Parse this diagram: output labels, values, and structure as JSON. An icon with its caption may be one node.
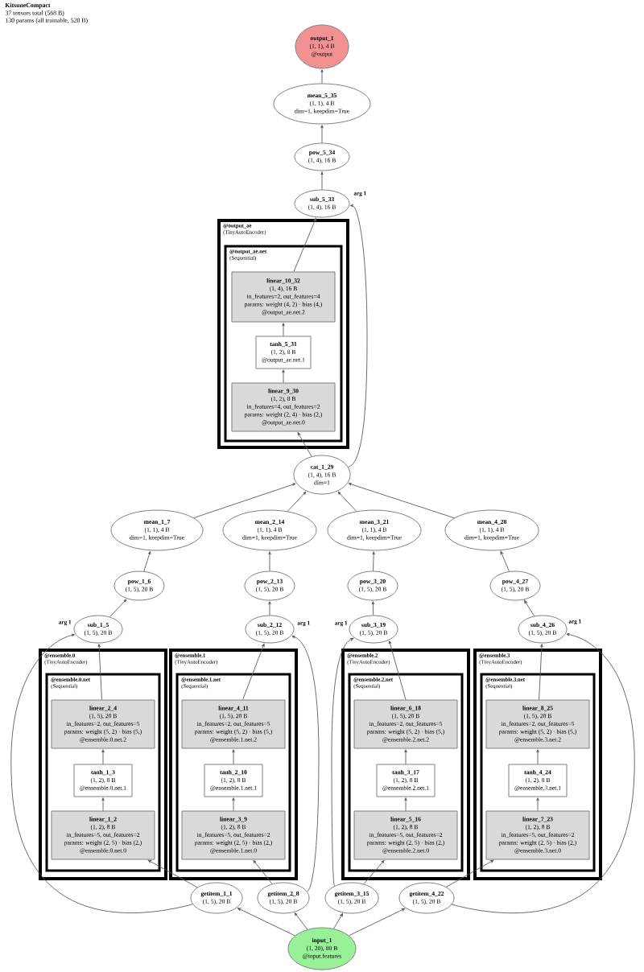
{
  "diagram": {
    "title": "KitsuneCompact",
    "nodes": [
      {
        "text": [
          "output_1",
          "(1, 1), 4 B",
          "@output"
        ]
      },
      {
        "text": [
          "mean_5_35",
          "(1, 1), 4 B",
          "dim=1, keepdim=True"
        ]
      },
      {
        "text": [
          "pow_5_34",
          "(1, 4), 16 B"
        ]
      },
      {
        "text": [
          "sub_5_33",
          "(1, 4), 16 B"
        ]
      },
      {
        "text": [
          "@output_ae",
          "(TinyAutoEncoder)"
        ]
      },
      {
        "text": [
          "@output_ae.net",
          "(Sequential)"
        ],
        "in": 4
      },
      {
        "text": [
          "linear_10_32",
          "(1, 4), 16 B",
          "in_features=2, out_features=4",
          "params: weight (4, 2) · bias (4,)",
          "@output_ae.net.2"
        ],
        "in": 5
      },
      {
        "text": [
          "tanh_5_31",
          "(1, 2), 8 B",
          "@output_ae.net.1"
        ],
        "in": 5
      },
      {
        "text": [
          "linear_9_30",
          "(1, 2), 8 B",
          "in_features=4, out_features=2",
          "params: weight (2, 4) · bias (2,)",
          "@output_ae.net.0"
        ],
        "in": 5
      },
      {
        "text": [
          "cat_1_29",
          "(1, 4), 16 B",
          "dim=1"
        ]
      },
      {
        "text": [
          "mean_1_7",
          "(1, 1), 4 B",
          "dim=1, keepdim=True"
        ]
      },
      {
        "text": [
          "mean_2_14",
          "(1, 1), 4 B",
          "dim=1, keepdim=True"
        ]
      },
      {
        "text": [
          "mean_3_21",
          "(1, 1), 4 B",
          "dim=1, keepdim=True"
        ]
      },
      {
        "text": [
          "mean_4_28",
          "(1, 1), 4 B",
          "dim=1, keepdim=True"
        ]
      },
      {
        "text": [
          "pow_1_6",
          "(1, 5), 20 B"
        ]
      },
      {
        "text": [
          "pow_2_13",
          "(1, 5), 20 B"
        ]
      },
      {
        "text": [
          "pow_3_20",
          "(1, 5), 20 B"
        ]
      },
      {
        "text": [
          "pow_4_27",
          "(1, 5), 20 B"
        ]
      },
      {
        "text": [
          "sub_1_5",
          "(1, 5), 20 B"
        ]
      },
      {
        "text": [
          "sub_2_12",
          "(1, 5), 20 B"
        ]
      },
      {
        "text": [
          "sub_3_19",
          "(1, 5), 20 B"
        ]
      },
      {
        "text": [
          "sub_4_26",
          "(1, 5), 20 B"
        ]
      },
      {
        "text": [
          "@ensemble.0",
          "(TinyAutoEncoder)"
        ]
      },
      {
        "text": [
          "@ensemble.0.net",
          "(Sequential)"
        ],
        "in": 22
      },
      {
        "text": [
          "linear_2_4",
          "(1, 5), 20 B",
          "in_features=2, out_features=5",
          "params: weight (5, 2) · bias (5,)",
          "@ensemble.0.net.2"
        ],
        "in": 23
      },
      {
        "text": [
          "tanh_1_3",
          "(1, 2), 8 B",
          "@ensemble.0.net.1"
        ],
        "in": 23
      },
      {
        "text": [
          "linear_1_2",
          "(1, 2), 8 B",
          "in_features=5, out_features=2",
          "params: weight (2, 5) · bias (2,)",
          "@ensemble.0.net.0"
        ],
        "in": 23
      },
      {
        "text": [
          "@ensemble.1",
          "(TinyAutoEncoder)"
        ]
      },
      {
        "text": [
          "@ensemble.1.net",
          "(Sequential)"
        ],
        "in": 27
      },
      {
        "text": [
          "linear_4_11",
          "(1, 5), 20 B",
          "in_features=2, out_features=5",
          "params: weight (5, 2) · bias (5,)",
          "@ensemble.1.net.2"
        ],
        "in": 28
      },
      {
        "text": [
          "tanh_2_10",
          "(1, 2), 8 B",
          "@ensemble.1.net.1"
        ],
        "in": 28
      },
      {
        "text": [
          "linear_3_9",
          "(1, 2), 8 B",
          "in_features=5, out_features=2",
          "params: weight (2, 5) · bias (2,)",
          "@ensemble.1.net.0"
        ],
        "in": 28
      },
      {
        "text": [
          "@ensemble.2",
          "(TinyAutoEncoder)"
        ]
      },
      {
        "text": [
          "@ensemble.2.net",
          "(Sequential)"
        ],
        "in": 32
      },
      {
        "text": [
          "linear_6_18",
          "(1, 5), 20 B",
          "in_features=2, out_features=5",
          "params: weight (5, 2) · bias (5,)",
          "@ensemble.2.net.2"
        ],
        "in": 33
      },
      {
        "text": [
          "tanh_3_17",
          "(1, 2), 8 B",
          "@ensemble.2.net.1"
        ],
        "in": 33
      },
      {
        "text": [
          "linear_5_16",
          "(1, 2), 8 B",
          "in_features=5, out_features=2",
          "params: weight (2, 5) · bias (2,)",
          "@ensemble.2.net.0"
        ],
        "in": 33
      },
      {
        "text": [
          "@ensemble.3",
          "(TinyAutoEncoder)"
        ]
      },
      {
        "text": [
          "@ensemble.3.net",
          "(Sequential)"
        ],
        "in": 37
      },
      {
        "text": [
          "linear_8_25",
          "(1, 5), 20 B",
          "in_features=2, out_features=5",
          "params: weight (5, 2) · bias (5,)",
          "@ensemble.3.net.2"
        ],
        "in": 38
      },
      {
        "text": [
          "tanh_4_24",
          "(1, 2), 8 B",
          "@ensemble.3.net.1"
        ],
        "in": 38
      },
      {
        "text": [
          "linear_7_23",
          "(1, 2), 8 B",
          "in_features=5, out_features=2",
          "params: weight (2, 5) · bias (2,)",
          "@ensemble.3.net.0"
        ],
        "in": 38
      },
      {
        "text": [
          "getitem_1_1",
          "(1, 5), 20 B"
        ]
      },
      {
        "text": [
          "getitem_2_8",
          "(1, 5), 20 B"
        ]
      },
      {
        "text": [
          "getitem_3_15",
          "(1, 5), 20 B"
        ]
      },
      {
        "text": [
          "getitem_4_22",
          "(1, 5), 20 B"
        ]
      },
      {
        "text": [
          "input_1",
          "(1, 20), 80 B",
          "@input.features"
        ]
      }
    ],
    "edges": [
      {
        "from": 46,
        "to": 42,
        "arrow": "to"
      },
      {
        "from": 46,
        "to": 43,
        "arrow": "to"
      },
      {
        "from": 46,
        "to": 44,
        "arrow": "to"
      },
      {
        "from": 46,
        "to": 45,
        "arrow": "to"
      },
      {
        "from": 42,
        "to": 26,
        "arrow": "to"
      },
      {
        "from": 26,
        "to": 25,
        "arrow": "to"
      },
      {
        "from": 25,
        "to": 24,
        "arrow": "to"
      },
      {
        "from": 24,
        "to": 18,
        "arrow": "to"
      },
      {
        "from": 42,
        "to": 18,
        "arrow": "to",
        "label": "arg 1"
      },
      {
        "from": 18,
        "to": 14,
        "arrow": "to"
      },
      {
        "from": 14,
        "to": 10,
        "arrow": "to"
      },
      {
        "from": 10,
        "to": 9,
        "arrow": "to"
      },
      {
        "from": 43,
        "to": 31,
        "arrow": "to"
      },
      {
        "from": 31,
        "to": 30,
        "arrow": "to"
      },
      {
        "from": 30,
        "to": 29,
        "arrow": "to"
      },
      {
        "from": 29,
        "to": 19,
        "arrow": "to"
      },
      {
        "from": 43,
        "to": 19,
        "arrow": "to",
        "label": "arg 1"
      },
      {
        "from": 19,
        "to": 15,
        "arrow": "to"
      },
      {
        "from": 15,
        "to": 11,
        "arrow": "to"
      },
      {
        "from": 11,
        "to": 9,
        "arrow": "to"
      },
      {
        "from": 44,
        "to": 36,
        "arrow": "to"
      },
      {
        "from": 36,
        "to": 35,
        "arrow": "to"
      },
      {
        "from": 35,
        "to": 34,
        "arrow": "to"
      },
      {
        "from": 34,
        "to": 20,
        "arrow": "to"
      },
      {
        "from": 44,
        "to": 20,
        "arrow": "to",
        "label": "arg 1"
      },
      {
        "from": 20,
        "to": 16,
        "arrow": "to"
      },
      {
        "from": 16,
        "to": 12,
        "arrow": "to"
      },
      {
        "from": 12,
        "to": 9,
        "arrow": "to"
      },
      {
        "from": 45,
        "to": 41,
        "arrow": "to"
      },
      {
        "from": 41,
        "to": 40,
        "arrow": "to"
      },
      {
        "from": 40,
        "to": 39,
        "arrow": "to"
      },
      {
        "from": 39,
        "to": 21,
        "arrow": "to"
      },
      {
        "from": 45,
        "to": 21,
        "arrow": "to",
        "label": "arg 1"
      },
      {
        "from": 21,
        "to": 17,
        "arrow": "to"
      },
      {
        "from": 17,
        "to": 13,
        "arrow": "to"
      },
      {
        "from": 13,
        "to": 9,
        "arrow": "to"
      },
      {
        "from": 9,
        "to": 8,
        "arrow": "to"
      },
      {
        "from": 8,
        "to": 7,
        "arrow": "to"
      },
      {
        "from": 7,
        "to": 6,
        "arrow": "to"
      },
      {
        "from": 6,
        "to": 3,
        "arrow": "to"
      },
      {
        "from": 9,
        "to": 3,
        "arrow": "to",
        "label": "arg 1"
      },
      {
        "from": 3,
        "to": 2,
        "arrow": "to"
      },
      {
        "from": 2,
        "to": 1,
        "arrow": "to"
      },
      {
        "from": 1,
        "to": 0,
        "arrow": "to"
      }
    ],
    "labels": [
      "37 tensors total (568 B)",
      "130 params (all trainable, 520 B)"
    ]
  }
}
